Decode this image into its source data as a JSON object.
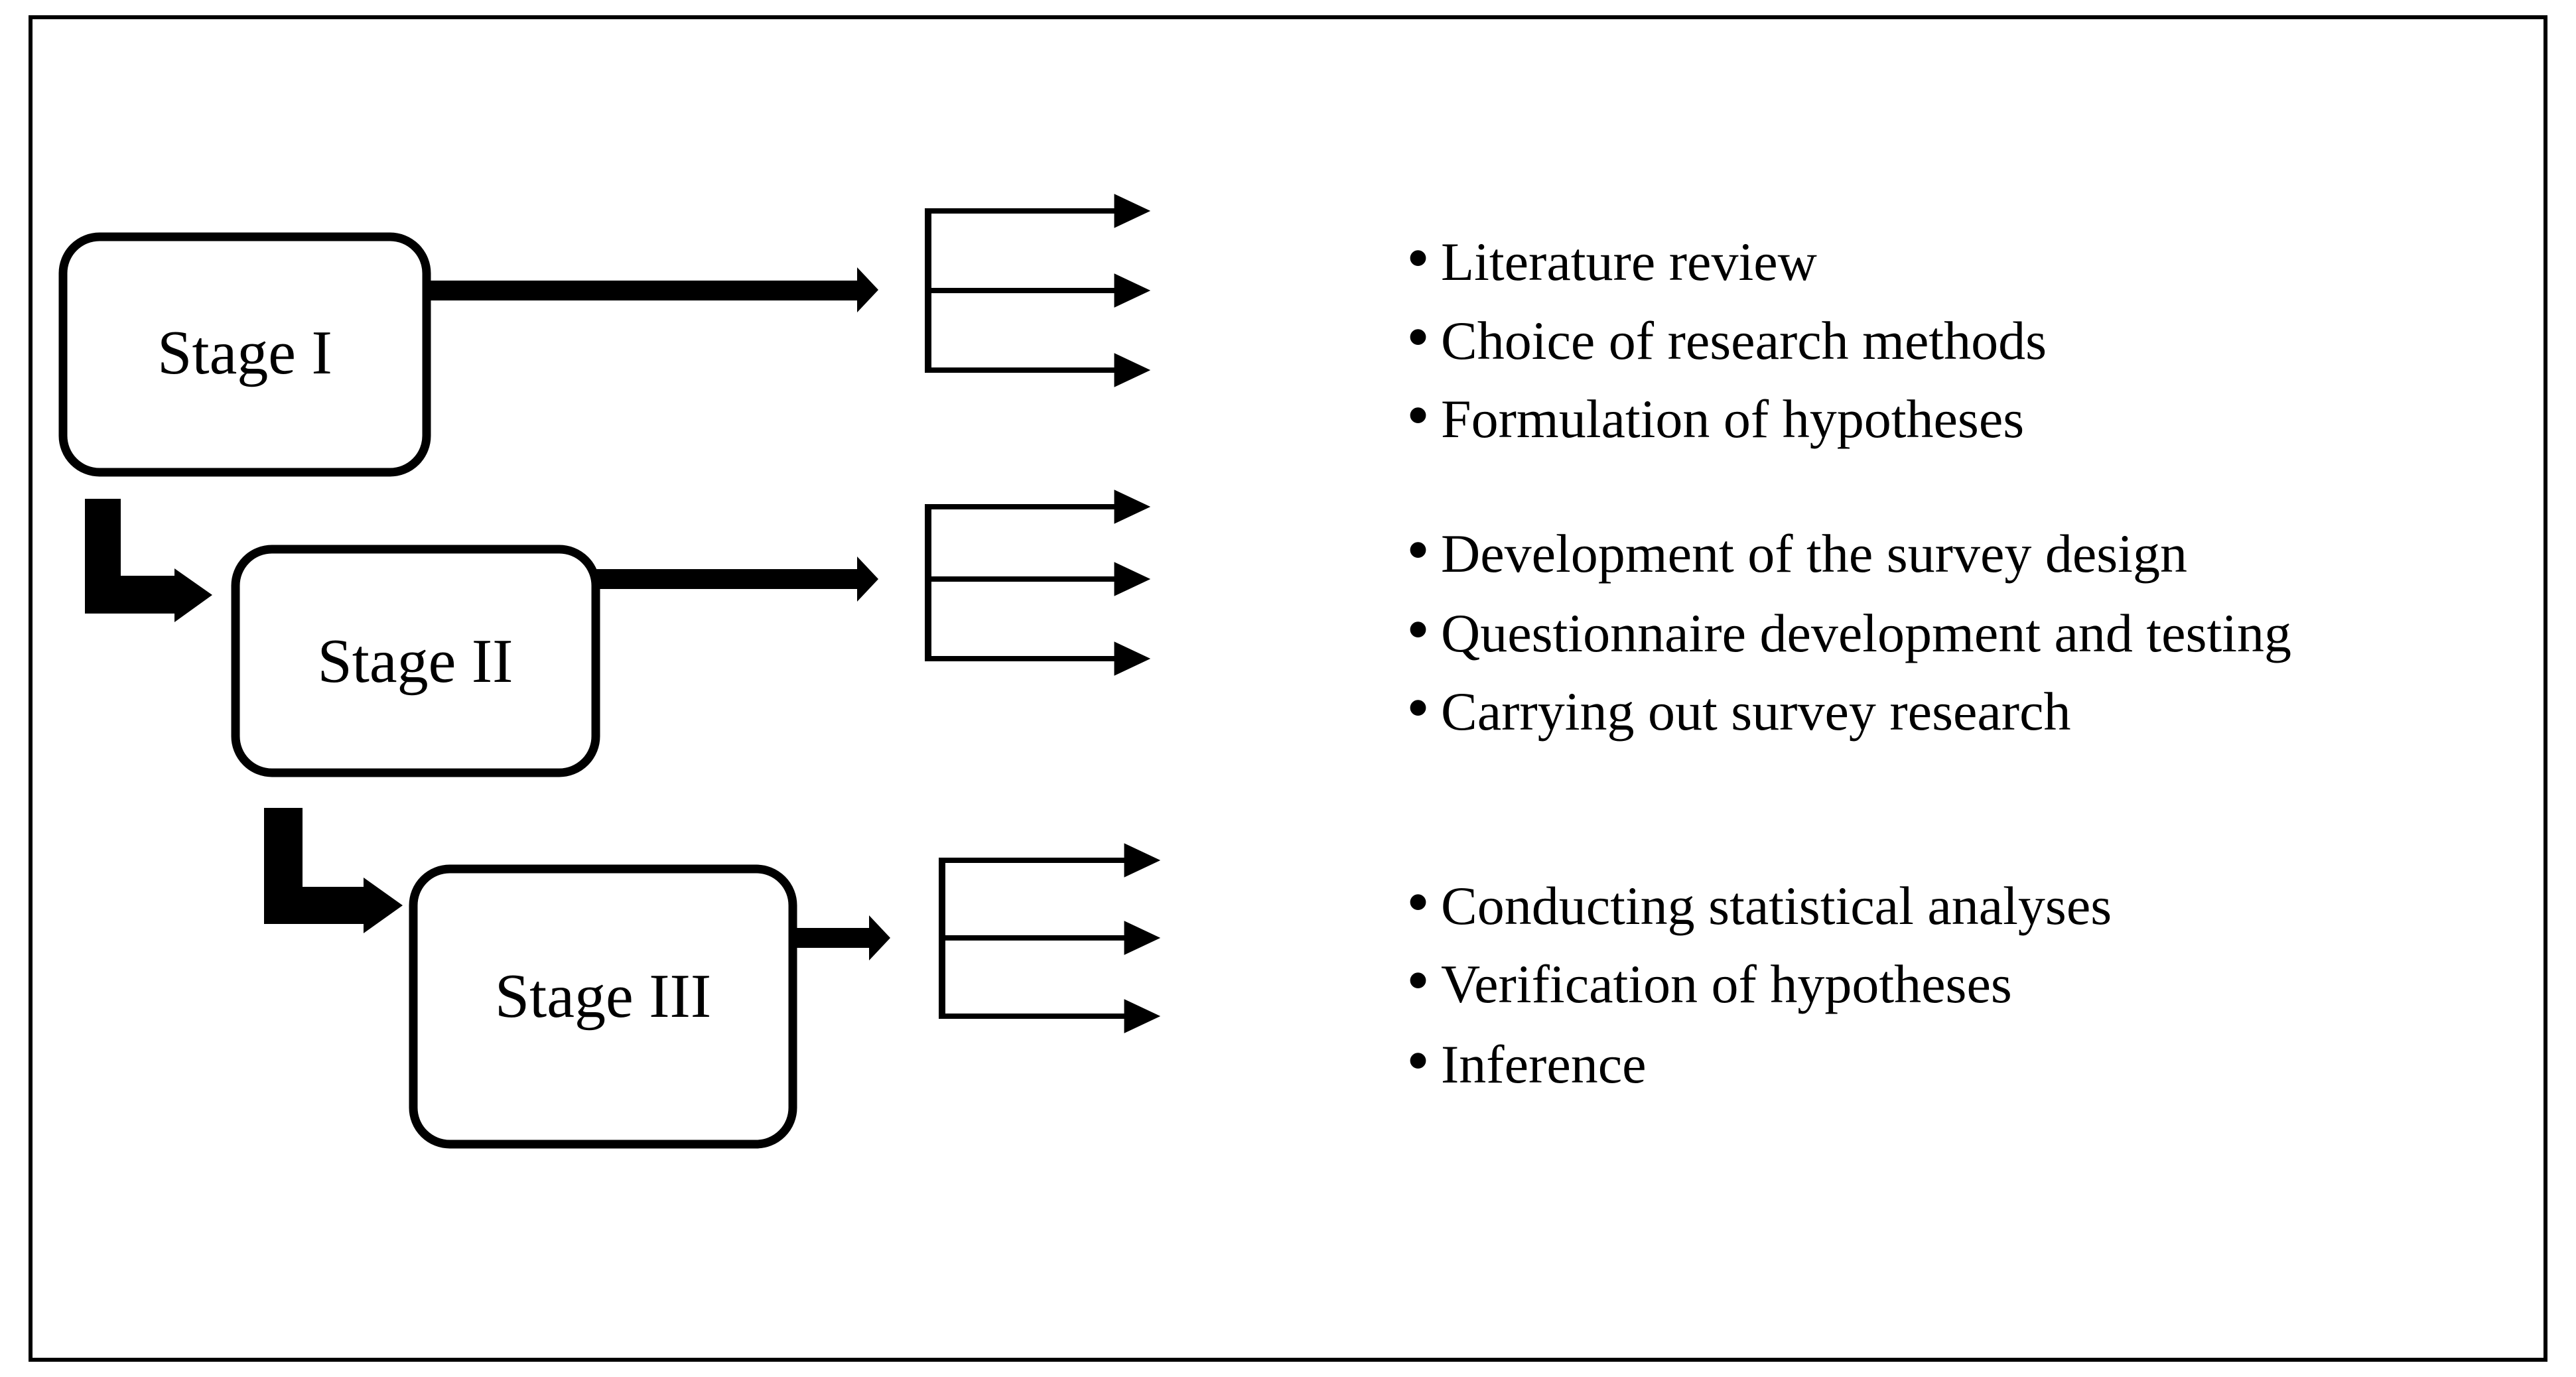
{
  "bullet_char": "•",
  "stages": [
    {
      "label": "Stage I",
      "items": [
        "Literature review",
        "Choice of research methods",
        "Formulation of hypotheses"
      ]
    },
    {
      "label": "Stage II",
      "items": [
        "Development of the survey design",
        "Questionnaire development and testing",
        "Carrying out survey research"
      ]
    },
    {
      "label": "Stage III",
      "items": [
        "Conducting statistical analyses",
        "Verification of hypotheses",
        "Inference"
      ]
    }
  ],
  "colors": {
    "ink": "#000000",
    "background": "#ffffff"
  }
}
